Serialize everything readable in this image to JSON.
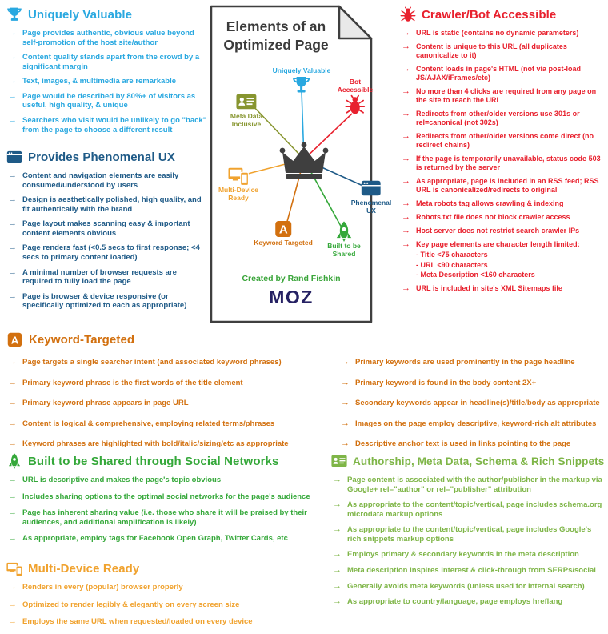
{
  "bullet": "→",
  "colors": {
    "blue": "#29a8e0",
    "navy": "#1e5a87",
    "red": "#e8212e",
    "orange": "#d2700f",
    "amber": "#f0a22e",
    "green": "#35a83a",
    "lime": "#7eb547",
    "olive": "#87952f",
    "dark": "#3b3b3b",
    "moz_blue": "#252163",
    "credit_green": "#3aa53a"
  },
  "diagram": {
    "title": "Elements of an\nOptimized Page",
    "credit": "Created by Rand Fishkin",
    "logo": "MOZ",
    "nodes": {
      "uniquely_valuable": "Uniquely Valuable",
      "meta_data": "Meta Data\nInclusive",
      "bot": "Bot\nAccessible",
      "multi_device": "Multi-Device\nReady",
      "phenomenal_ux": "Phenomenal\nUX",
      "keyword": "Keyword Targeted",
      "shared": "Built to be Shared"
    }
  },
  "sections": {
    "uniquely_valuable": {
      "title": "Uniquely Valuable",
      "items": [
        "Page provides authentic, obvious value beyond self-promotion of the host site/author",
        "Content quality stands apart from the crowd by a significant margin",
        "Text, images, & multimedia are remarkable",
        "Page would be described by 80%+ of visitors as useful, high quality, & unique",
        "Searchers who visit would be unlikely to go \"back\" from the page to choose a different result"
      ]
    },
    "phenomenal_ux": {
      "title": "Provides Phenomenal UX",
      "items": [
        "Content and navigation elements are easily consumed/understood by users",
        "Design is aesthetically polished, high quality, and fit authentically with the brand",
        "Page layout makes scanning easy & important content elements obvious",
        "Page renders fast (<0.5 secs to first response; <4 secs to primary content loaded)",
        "A minimal number of browser requests are required to fully load the page",
        "Page is browser & device responsive (or specifically optimized to each as appropriate)"
      ]
    },
    "crawler_bot": {
      "title": "Crawler/Bot Accessible",
      "items": [
        "URL is static (contains no dynamic parameters)",
        "Content is unique to this URL (all duplicates canonicalize to it)",
        "Content loads in page's HTML (not via post-load JS/AJAX/iFrames/etc)",
        "No more than 4 clicks are required from any page on the site to reach the URL",
        "Redirects from other/older versions use 301s or rel=canonical (not 302s)",
        "Redirects from other/older versions come direct (no redirect chains)",
        "If the page is temporarily unavailable, status code 503 is returned by the server",
        "As appropriate, page is included in an RSS feed; RSS URL is canonicalized/redirects to original",
        "Meta robots tag allows crawling & indexing",
        "Robots.txt file does not block crawler access",
        "Host server does not restrict search crawler IPs",
        "Key page elements are character length limited:",
        "URL is included in site's XML Sitemaps file"
      ],
      "sub_items": [
        "- Title <75 characters",
        "- URL <90 characters",
        "- Meta Description <160 characters"
      ]
    },
    "keyword_targeted": {
      "title": "Keyword-Targeted",
      "left": [
        "Page targets a single searcher intent (and associated keyword phrases)",
        "Primary keyword phrase is the first words of the title element",
        "Primary keyword phrase appears in page URL",
        "Content is logical & comprehensive, employing related terms/phrases",
        "Keyword phrases are highlighted with bold/italic/sizing/etc as appropriate"
      ],
      "right": [
        "Primary keywords are used prominently in the page headline",
        "Primary keyword is found in the body content 2X+",
        "Secondary keywords appear in headline(s)/title/body as appropriate",
        "Images on the page employ descriptive, keyword-rich alt attributes",
        "Descriptive anchor text is used in links pointing to the page"
      ]
    },
    "shared": {
      "title": "Built to be Shared through Social Networks",
      "items": [
        "URL is descriptive and makes the page's topic obvious",
        "Includes sharing options to the optimal social networks for the page's audience",
        "Page has inherent sharing value (i.e. those who share it will be praised by their audiences, and additional amplification is likely)",
        "As appropriate, employ tags for Facebook Open Graph, Twitter Cards, etc"
      ]
    },
    "multi_device": {
      "title": "Multi-Device Ready",
      "items": [
        "Renders in every (popular) browser properly",
        "Optimized to render legibly & elegantly on every screen size",
        "Employs the same URL when requested/loaded on every device"
      ]
    },
    "authorship": {
      "title": "Authorship, Meta Data, Schema & Rich Snippets",
      "items": [
        "Page content is associated with the author/publisher in the markup via Google+ rel=\"author\" or rel=\"publisher\" attribution",
        "As appropriate to the content/topic/vertical, page includes schema.org microdata markup options",
        "As appropriate to the content/topic/vertical, page includes Google's rich snippets markup options",
        "Employs primary & secondary keywords in the meta description",
        "Meta description inspires interest & click-through from SERPs/social",
        "Generally avoids meta keywords (unless used for internal search)",
        "As appropriate to country/language, page employs hreflang"
      ]
    }
  }
}
